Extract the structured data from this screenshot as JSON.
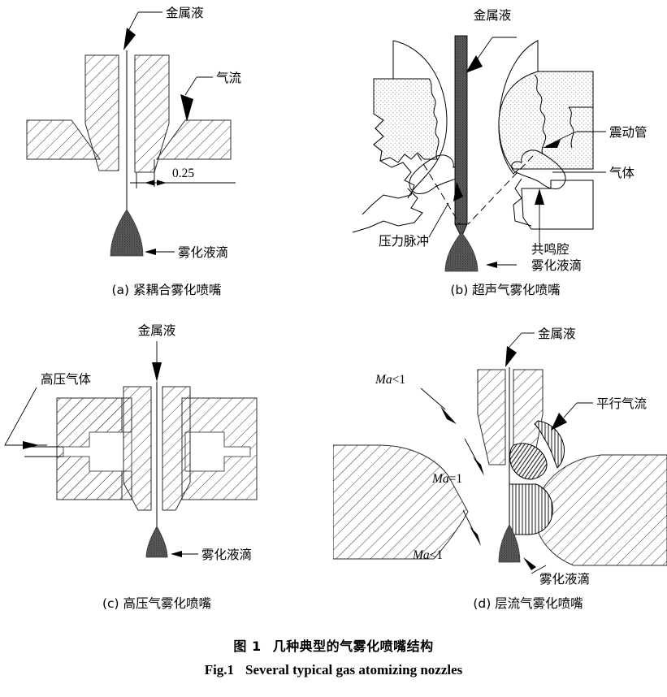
{
  "figure": {
    "caption_cn_label": "图 1",
    "caption_cn_text": "几种典型的气雾化喷嘴结构",
    "caption_en_label": "Fig.1",
    "caption_en_text": "Several typical gas atomizing nozzles"
  },
  "colors": {
    "line": "#000000",
    "hatch": "#3a3a3a",
    "droplet_fill": "#4a4a4a",
    "dotted_fill": "#efefef",
    "background": "#ffffff"
  },
  "panels": [
    {
      "id": "a",
      "subcaption": "(a) 紧耦合雾化喷嘴",
      "labels": [
        {
          "name": "metal-liquid",
          "text": "金属液"
        },
        {
          "name": "gas-flow",
          "text": "气流"
        },
        {
          "name": "gap-dimension",
          "text": "0.25"
        },
        {
          "name": "atomized-droplet",
          "text": "雾化液滴"
        }
      ]
    },
    {
      "id": "b",
      "subcaption": "(b) 超声气雾化喷嘴",
      "labels": [
        {
          "name": "metal-liquid",
          "text": "金属液"
        },
        {
          "name": "vibration-tube",
          "text": "震动管"
        },
        {
          "name": "gas",
          "text": "气体"
        },
        {
          "name": "pressure-pulse",
          "text": "压力脉冲"
        },
        {
          "name": "resonance-cavity",
          "text": "共鸣腔"
        },
        {
          "name": "atomized-droplet",
          "text": "雾化液滴"
        }
      ]
    },
    {
      "id": "c",
      "subcaption": "(c) 高压气雾化喷嘴",
      "labels": [
        {
          "name": "metal-liquid",
          "text": "金属液"
        },
        {
          "name": "high-pressure-gas",
          "text": "高压气体"
        },
        {
          "name": "atomized-droplet",
          "text": "雾化液滴"
        }
      ]
    },
    {
      "id": "d",
      "subcaption": "(d) 层流气雾化喷嘴",
      "labels": [
        {
          "name": "metal-liquid",
          "text": "金属液"
        },
        {
          "name": "parallel-gas-flow",
          "text": "平行气流"
        },
        {
          "name": "mach-upper",
          "text": "Ma<1"
        },
        {
          "name": "mach-throat",
          "text": "Ma=1"
        },
        {
          "name": "mach-lower",
          "text": "Ma<1"
        },
        {
          "name": "atomized-droplet",
          "text": "雾化液滴"
        }
      ]
    }
  ]
}
